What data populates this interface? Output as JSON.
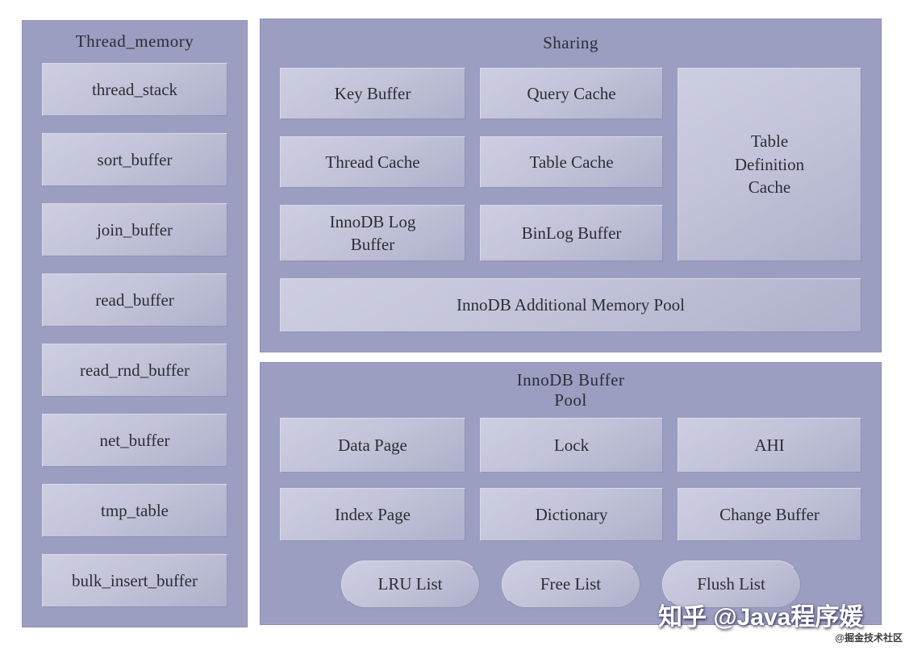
{
  "colors": {
    "panel_bg": "#9b9dc1",
    "box_light": "#cdcee1",
    "box_dark": "#aeb0cc",
    "text": "#2d2d36",
    "watermark": "#ffffff"
  },
  "thread_memory_panel": {
    "title": "Thread_memory",
    "items": [
      "thread_stack",
      "sort_buffer",
      "join_buffer",
      "read_buffer",
      "read_rnd_buffer",
      "net_buffer",
      "tmp_table",
      "bulk_insert_buffer"
    ]
  },
  "sharing_panel": {
    "title": "Sharing",
    "cells": [
      "Key Buffer",
      "Query Cache",
      "Thread Cache",
      "Table Cache",
      "InnoDB Log\nBuffer",
      "BinLog Buffer"
    ],
    "tall_cell": "Table\nDefinition\nCache",
    "wide_cell": "InnoDB Additional Memory Pool"
  },
  "buffer_pool_panel": {
    "title": "InnoDB Buffer\nPool",
    "cells": [
      "Data Page",
      "Lock",
      "AHI",
      "Index Page",
      "Dictionary",
      "Change Buffer"
    ],
    "pills": [
      "LRU List",
      "Free List",
      "Flush List"
    ]
  },
  "watermarks": {
    "zhihu": "知乎 @Java程序媛",
    "juejin": "@掘金技术社区"
  }
}
